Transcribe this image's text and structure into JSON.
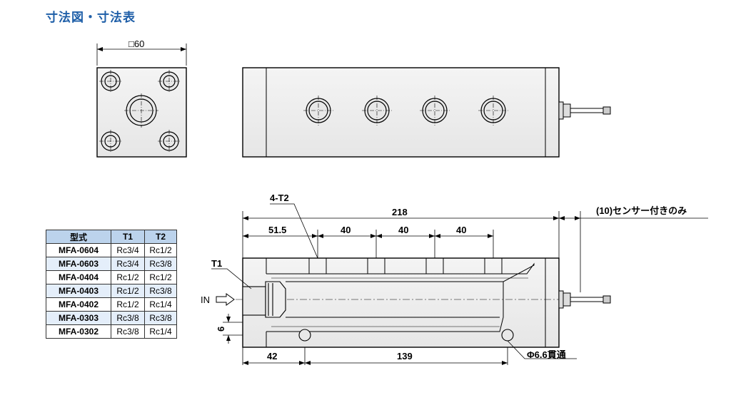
{
  "title": "寸法図・寸法表",
  "top_view": {
    "size_label": "□60"
  },
  "section_view": {
    "label_4t2": "4-T2",
    "label_t1": "T1",
    "label_in": "IN",
    "dim_overall": "218",
    "dim_sensor": "(10)センサー付きのみ",
    "dim_51_5": "51.5",
    "dim_40a": "40",
    "dim_40b": "40",
    "dim_40c": "40",
    "dim_6": "6",
    "dim_42": "42",
    "dim_139": "139",
    "hole_label": "Φ6.6貫通"
  },
  "spec_table": {
    "headers": [
      "型式",
      "T1",
      "T2"
    ],
    "rows": [
      [
        "MFA-0604",
        "Rc3/4",
        "Rc1/2"
      ],
      [
        "MFA-0603",
        "Rc3/4",
        "Rc3/8"
      ],
      [
        "MFA-0404",
        "Rc1/2",
        "Rc1/2"
      ],
      [
        "MFA-0403",
        "Rc1/2",
        "Rc3/8"
      ],
      [
        "MFA-0402",
        "Rc1/2",
        "Rc1/4"
      ],
      [
        "MFA-0303",
        "Rc3/8",
        "Rc3/8"
      ],
      [
        "MFA-0302",
        "Rc3/8",
        "Rc1/4"
      ]
    ]
  },
  "colors": {
    "title": "#1f5fa8",
    "header_bg": "#bcd3ec",
    "alt_row_bg": "#e4eefa"
  }
}
